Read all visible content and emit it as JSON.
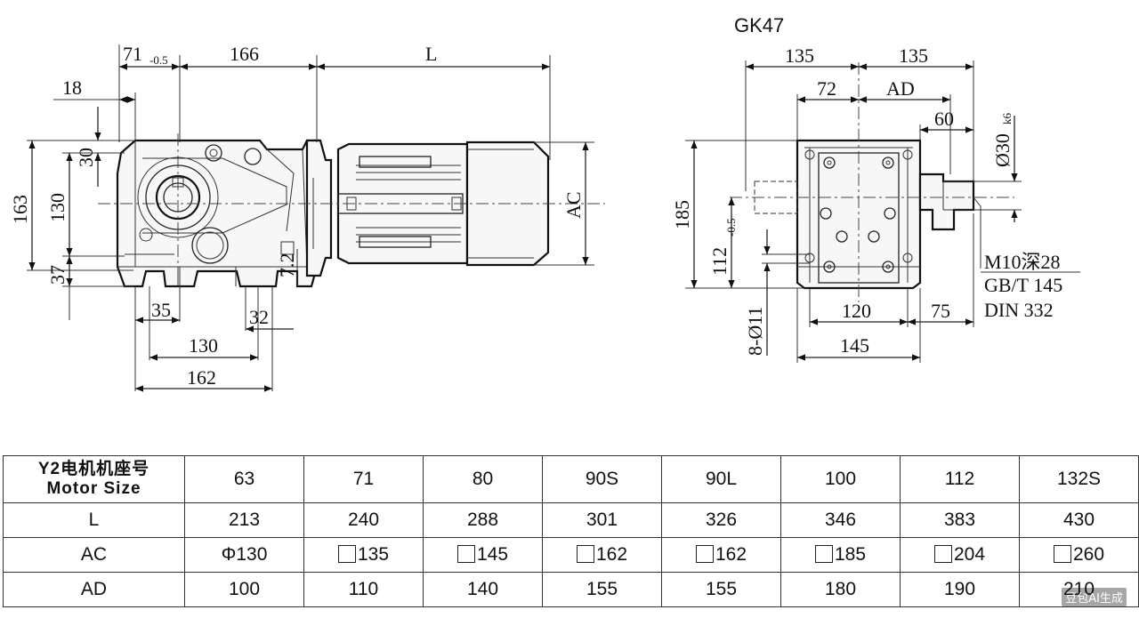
{
  "title": "GK47",
  "side_view": {
    "dims": {
      "d71": "71",
      "d71_tol": "-0.5",
      "d166": "166",
      "dL": "L",
      "d18": "18",
      "d30": "30",
      "d163": "163",
      "d130v": "130",
      "d37": "37",
      "d7_2": "7.2",
      "d35": "35",
      "d32": "32",
      "d130h": "130",
      "d162": "162",
      "dAC": "AC"
    }
  },
  "end_view": {
    "dims": {
      "d135a": "135",
      "d135b": "135",
      "d72": "72",
      "dAD": "AD",
      "d60": "60",
      "dShaft": "Ø30",
      "dShaft_tol": "k6",
      "d185": "185",
      "d112": "112",
      "d112_tol": "-0.5",
      "dHoles": "8-Ø11",
      "d120": "120",
      "d75": "75",
      "d145": "145"
    },
    "notes": [
      "M10深28",
      "GB/T 145",
      "DIN 332"
    ]
  },
  "table": {
    "header_cn": "Y2电机机座号",
    "header_en": "Motor Size",
    "sizes": [
      "63",
      "71",
      "80",
      "90S",
      "90L",
      "100",
      "112",
      "132S"
    ],
    "rows": [
      {
        "label": "L",
        "values": [
          "213",
          "240",
          "288",
          "301",
          "326",
          "346",
          "383",
          "430"
        ]
      },
      {
        "label": "AC",
        "values": [
          {
            "symbol": "Φ",
            "value": "130"
          },
          {
            "symbol": "square",
            "value": "135"
          },
          {
            "symbol": "square",
            "value": "145"
          },
          {
            "symbol": "square",
            "value": "162"
          },
          {
            "symbol": "square",
            "value": "162"
          },
          {
            "symbol": "square",
            "value": "185"
          },
          {
            "symbol": "square",
            "value": "204"
          },
          {
            "symbol": "square",
            "value": "260"
          }
        ]
      },
      {
        "label": "AD",
        "values": [
          "100",
          "110",
          "140",
          "155",
          "155",
          "180",
          "190",
          "210"
        ]
      }
    ]
  },
  "watermark": "豆包AI生成"
}
